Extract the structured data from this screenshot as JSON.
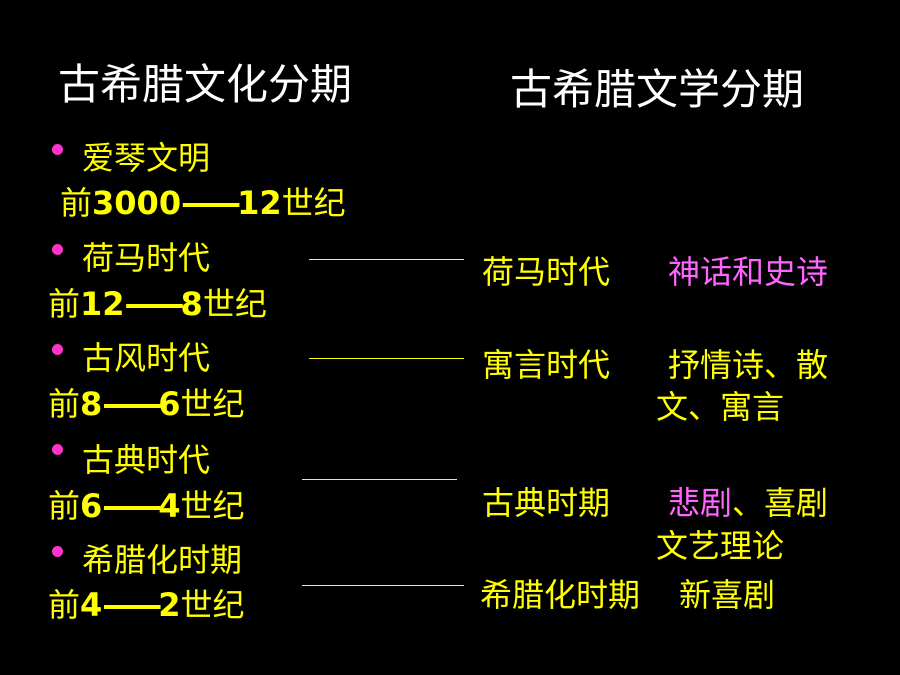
{
  "headings": {
    "left": "古希腊文化分期",
    "right": "古希腊文学分期"
  },
  "periods": [
    {
      "name": "爱琴文明",
      "prefix": "前",
      "start": "3000",
      "dash": "——",
      "end": "12",
      "suffix": "世纪"
    },
    {
      "name": "荷马时代",
      "prefix": "前",
      "start": "12",
      "dash": "——",
      "end": "8",
      "suffix": "世纪"
    },
    {
      "name": "古风时代",
      "prefix": "前",
      "start": "8",
      "dash": "——",
      "end": "6",
      "suffix": "世纪"
    },
    {
      "name": "古典时代",
      "prefix": "前",
      "start": "6",
      "dash": "——",
      "end": "4",
      "suffix": "世纪"
    },
    {
      "name": "希腊化时期",
      "prefix": "前",
      "start": "4",
      "dash": "——",
      "end": "2",
      "suffix": "世纪"
    }
  ],
  "literature": [
    {
      "period": "荷马时代",
      "genre_parts": [
        "神话和",
        "史诗"
      ]
    },
    {
      "period": "寓言时代",
      "genre_line1": "抒情诗、散",
      "genre_line2": "文、寓言"
    },
    {
      "period": "古典时期",
      "genre_part1": "悲剧",
      "genre_part2": "、喜剧",
      "genre_line2": "文艺理论"
    },
    {
      "period": "希腊化时期",
      "genre": "新喜剧"
    }
  ],
  "colors": {
    "background": "#000000",
    "heading": "#ffffff",
    "text": "#ffff00",
    "accent": "#ff66ff",
    "bullet": "#ff33cc"
  }
}
